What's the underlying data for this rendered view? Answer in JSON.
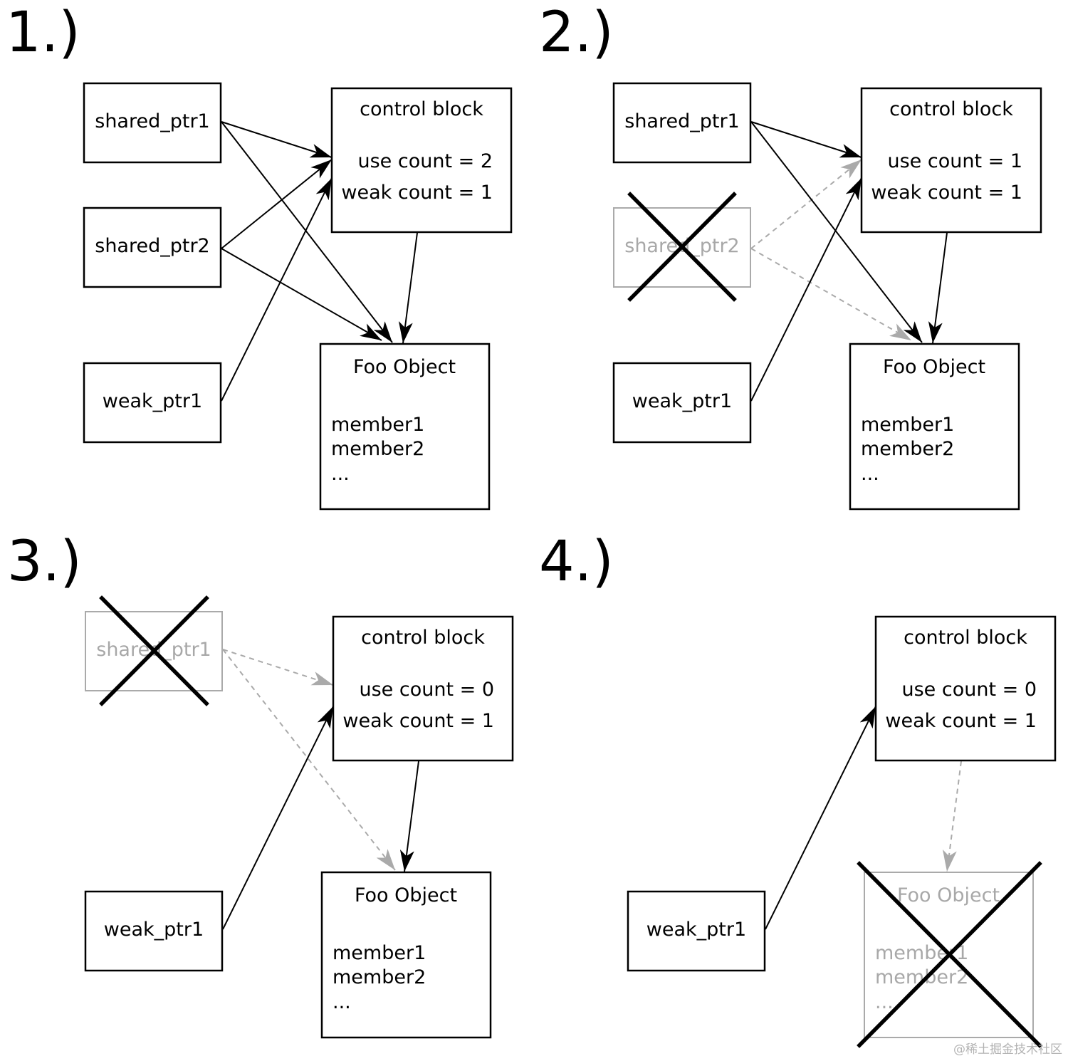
{
  "colors": {
    "line": "#000000",
    "faded": "#aaaaaa",
    "faded_text": "#a8a8a8",
    "background": "#ffffff"
  },
  "icons": {
    "removed": "x-cross-icon",
    "pointer": "arrow-icon"
  },
  "watermark": "@稀土掘金技术社区",
  "panels": [
    {
      "step": "1.)",
      "shared_ptr1": "shared_ptr1",
      "shared_ptr2": "shared_ptr2",
      "weak_ptr1": "weak_ptr1",
      "control_block": {
        "title": "control block",
        "use_count": "use count = 2",
        "weak_count": "weak count = 1"
      },
      "foo_object": {
        "title": "Foo Object",
        "member1": "member1",
        "member2": "member2",
        "more": "..."
      }
    },
    {
      "step": "2.)",
      "shared_ptr1": "shared_ptr1",
      "shared_ptr2": "shared_ptr2",
      "weak_ptr1": "weak_ptr1",
      "control_block": {
        "title": "control block",
        "use_count": "use count = 1",
        "weak_count": "weak count = 1"
      },
      "foo_object": {
        "title": "Foo Object",
        "member1": "member1",
        "member2": "member2",
        "more": "..."
      }
    },
    {
      "step": "3.)",
      "shared_ptr1": "shared_ptr1",
      "weak_ptr1": "weak_ptr1",
      "control_block": {
        "title": "control block",
        "use_count": "use count = 0",
        "weak_count": "weak count = 1"
      },
      "foo_object": {
        "title": "Foo Object",
        "member1": "member1",
        "member2": "member2",
        "more": "..."
      }
    },
    {
      "step": "4.)",
      "weak_ptr1": "weak_ptr1",
      "control_block": {
        "title": "control block",
        "use_count": "use count = 0",
        "weak_count": "weak count = 1"
      },
      "foo_object": {
        "title": "Foo Object",
        "member1": "member1",
        "member2": "member2",
        "more": "..."
      }
    }
  ]
}
